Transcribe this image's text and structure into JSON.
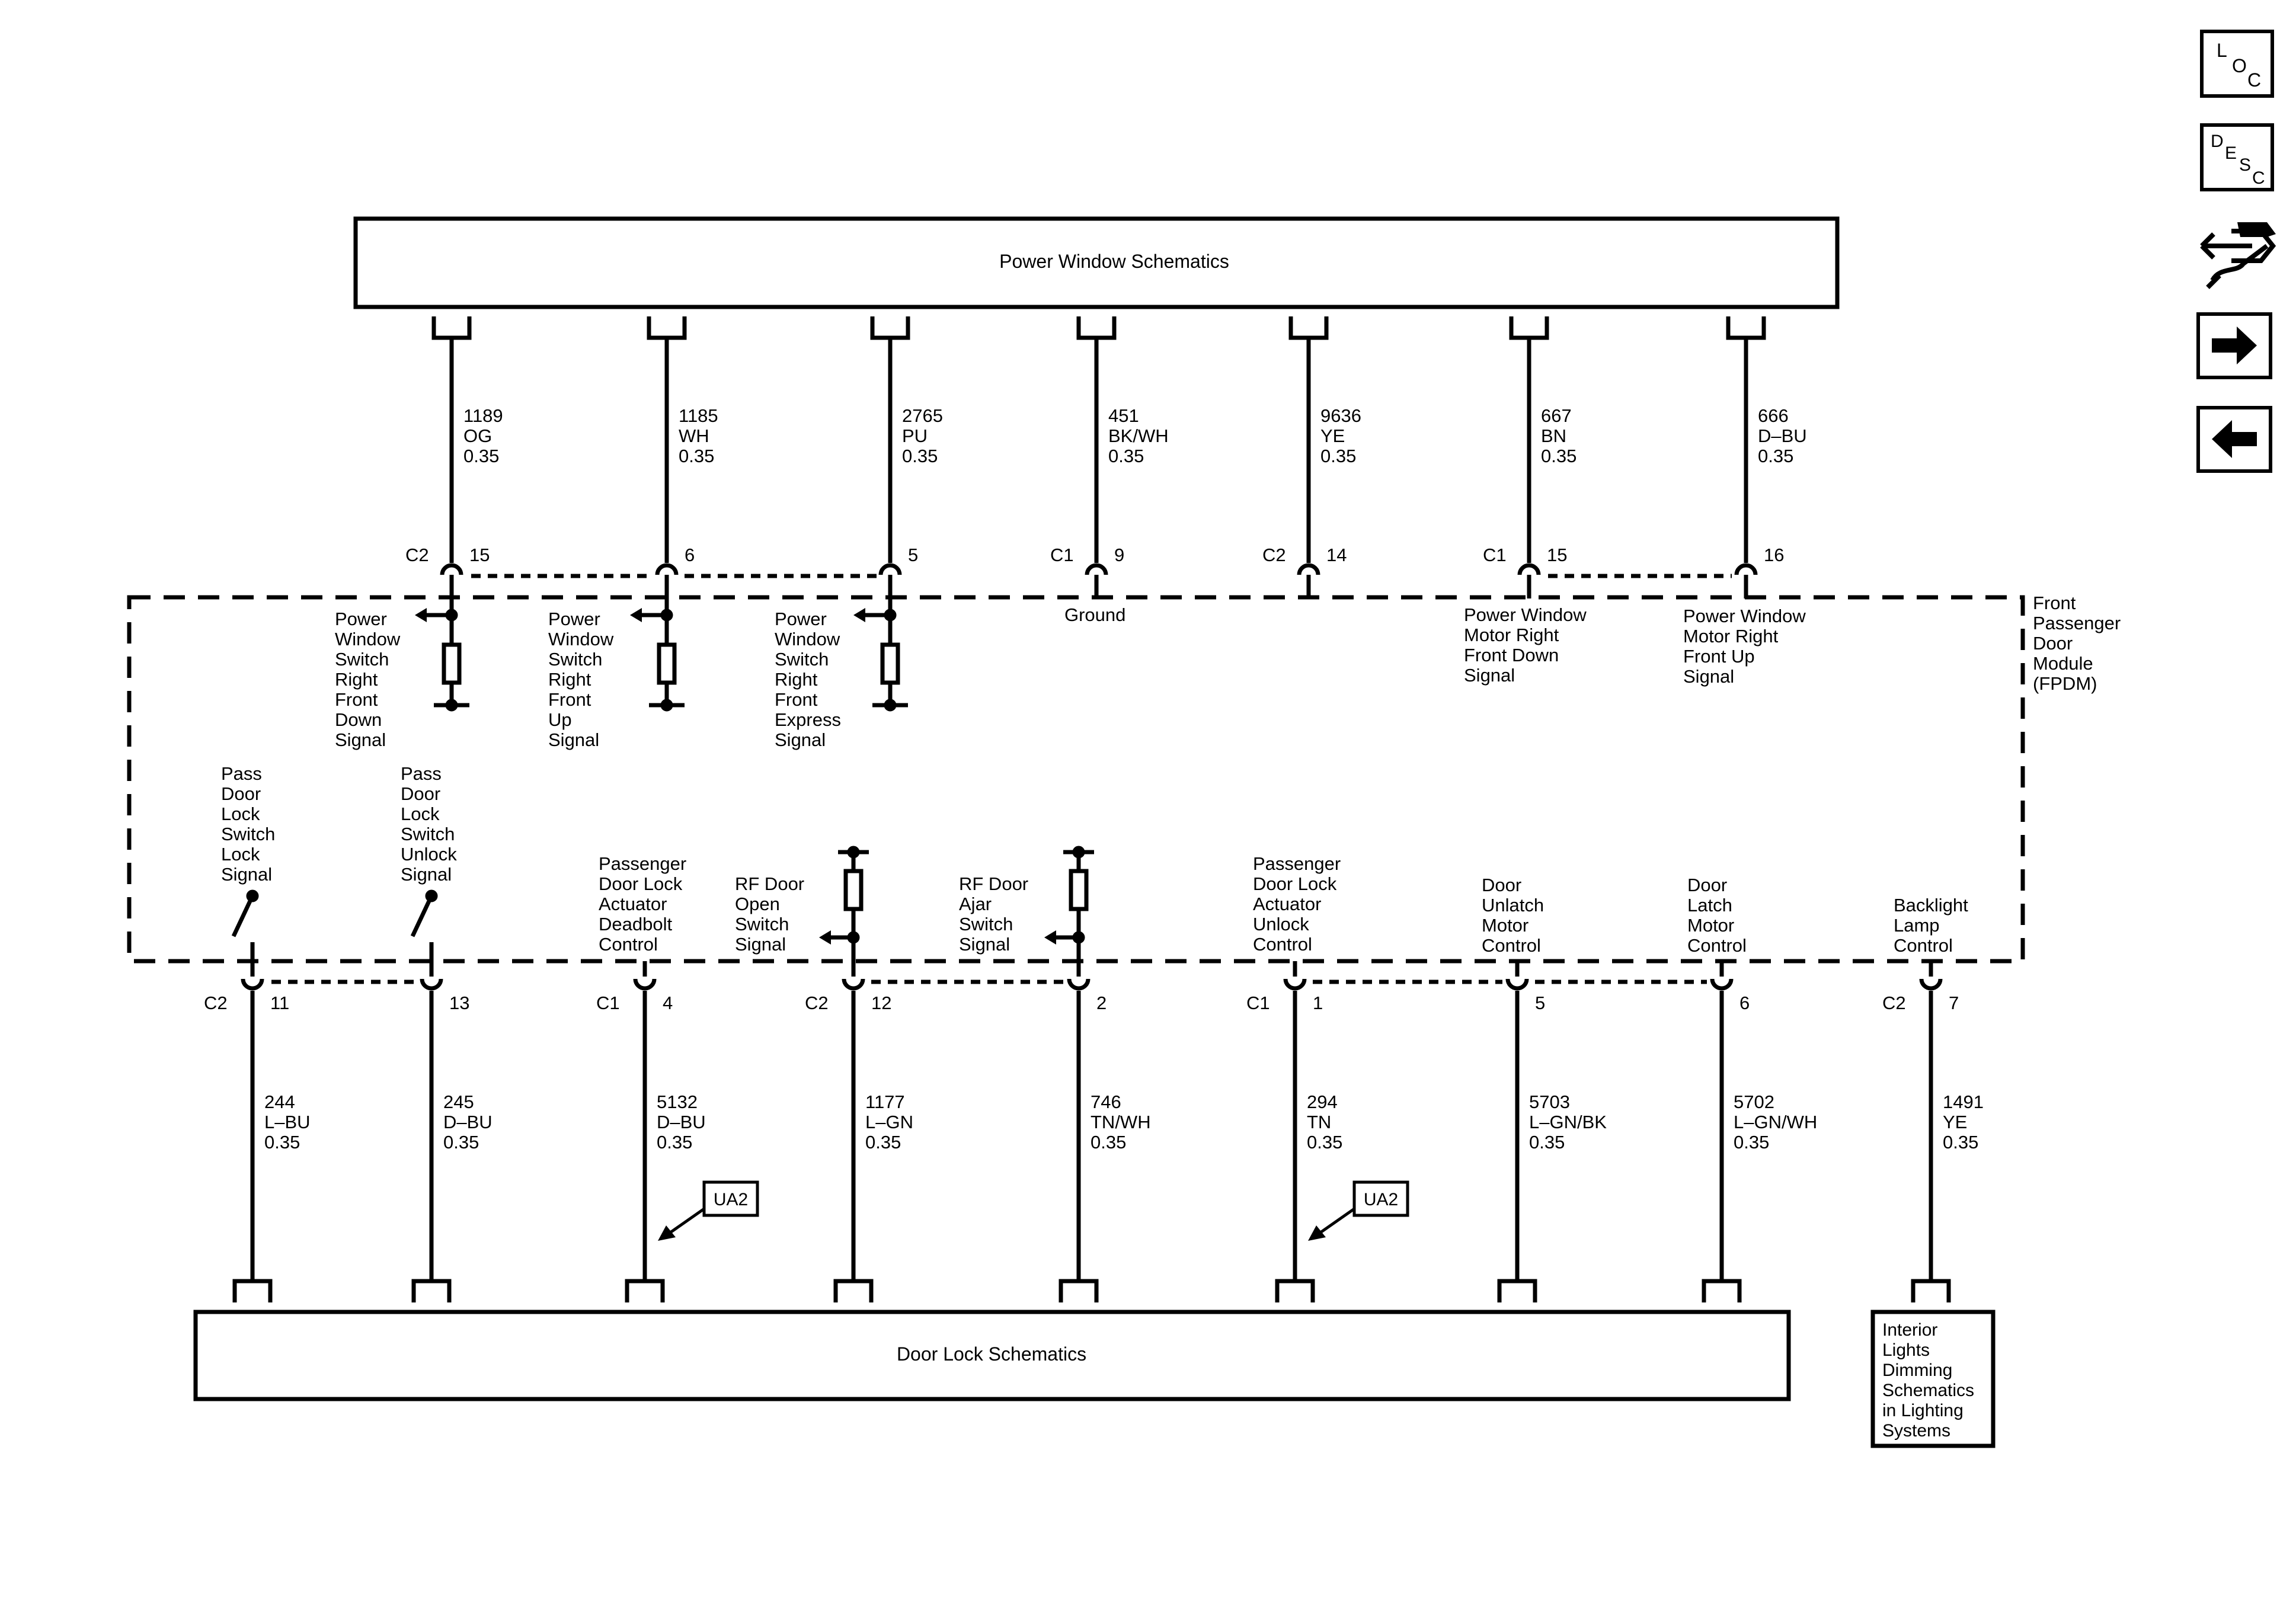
{
  "nav": {
    "loc": [
      "L",
      "O",
      "C"
    ],
    "desc": [
      "D",
      "E",
      "S",
      "C"
    ],
    "icons": [
      "loc-icon",
      "desc-icon",
      "connector-repair-icon",
      "next-arrow-icon",
      "previous-arrow-icon"
    ]
  },
  "boxes": {
    "power_window": "Power Window Schematics",
    "door_lock": "Door Lock Schematics",
    "interior_lights": [
      "Interior",
      "Lights",
      "Dimming",
      "Schematics",
      "in Lighting",
      "Systems"
    ]
  },
  "module": {
    "name": [
      "Front",
      "Passenger",
      "Door",
      "Module",
      "(FPDM)"
    ],
    "ground_label": "Ground"
  },
  "top_wires": [
    {
      "circuit": "1189",
      "color": "OG",
      "gauge": "0.35",
      "connector": "C2",
      "pin": "15",
      "signal": [
        "Power",
        "Window",
        "Switch",
        "Right",
        "Front",
        "Down",
        "Signal"
      ]
    },
    {
      "circuit": "1185",
      "color": "WH",
      "gauge": "0.35",
      "connector": "",
      "pin": "6",
      "signal": [
        "Power",
        "Window",
        "Switch",
        "Right",
        "Front",
        "Up",
        "Signal"
      ]
    },
    {
      "circuit": "2765",
      "color": "PU",
      "gauge": "0.35",
      "connector": "",
      "pin": "5",
      "signal": [
        "Power",
        "Window",
        "Switch",
        "Right",
        "Front",
        "Express",
        "Signal"
      ]
    },
    {
      "circuit": "451",
      "color": "BK/WH",
      "gauge": "0.35",
      "connector": "C1",
      "pin": "9",
      "signal": []
    },
    {
      "circuit": "9636",
      "color": "YE",
      "gauge": "0.35",
      "connector": "C2",
      "pin": "14",
      "signal": []
    },
    {
      "circuit": "667",
      "color": "BN",
      "gauge": "0.35",
      "connector": "C1",
      "pin": "15",
      "signal": [
        "Power Window",
        "Motor Right",
        "Front Down",
        "Signal"
      ]
    },
    {
      "circuit": "666",
      "color": "D–BU",
      "gauge": "0.35",
      "connector": "",
      "pin": "16",
      "signal": [
        "Power Window",
        "Motor Right",
        "Front Up",
        "Signal"
      ]
    }
  ],
  "bottom_wires": [
    {
      "circuit": "244",
      "color": "L–BU",
      "gauge": "0.35",
      "connector": "C2",
      "pin": "11",
      "signal": [
        "Pass",
        "Door",
        "Lock",
        "Switch",
        "Lock",
        "Signal"
      ]
    },
    {
      "circuit": "245",
      "color": "D–BU",
      "gauge": "0.35",
      "connector": "",
      "pin": "13",
      "signal": [
        "Pass",
        "Door",
        "Lock",
        "Switch",
        "Unlock",
        "Signal"
      ]
    },
    {
      "circuit": "5132",
      "color": "D–BU",
      "gauge": "0.35",
      "connector": "C1",
      "pin": "4",
      "signal": [
        "Passenger",
        "Door Lock",
        "Actuator",
        "Deadbolt",
        "Control"
      ]
    },
    {
      "circuit": "1177",
      "color": "L–GN",
      "gauge": "0.35",
      "connector": "C2",
      "pin": "12",
      "signal": [
        "RF Door",
        "Open",
        "Switch",
        "Signal"
      ]
    },
    {
      "circuit": "746",
      "color": "TN/WH",
      "gauge": "0.35",
      "connector": "",
      "pin": "2",
      "signal": [
        "RF Door",
        "Ajar",
        "Switch",
        "Signal"
      ]
    },
    {
      "circuit": "294",
      "color": "TN",
      "gauge": "0.35",
      "connector": "C1",
      "pin": "1",
      "signal": [
        "Passenger",
        "Door Lock",
        "Actuator",
        "Unlock",
        "Control"
      ]
    },
    {
      "circuit": "5703",
      "color": "L–GN/BK",
      "gauge": "0.35",
      "connector": "",
      "pin": "5",
      "signal": [
        "Door",
        "Unlatch",
        "Motor",
        "Control"
      ]
    },
    {
      "circuit": "5702",
      "color": "L–GN/WH",
      "gauge": "0.35",
      "connector": "",
      "pin": "6",
      "signal": [
        "Door",
        "Latch",
        "Motor",
        "Control"
      ]
    },
    {
      "circuit": "1491",
      "color": "YE",
      "gauge": "0.35",
      "connector": "C2",
      "pin": "7",
      "signal": [
        "Backlight",
        "Lamp",
        "Control"
      ]
    }
  ],
  "option_tags": [
    "UA2",
    "UA2"
  ]
}
